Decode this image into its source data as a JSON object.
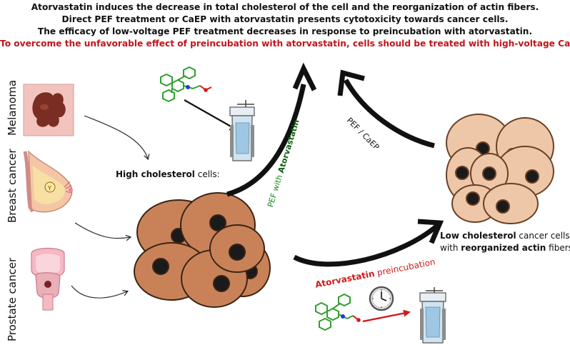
{
  "header": {
    "line1": "Atorvastatin induces the decrease in total cholesterol of the cell and the reorganization of actin fibers.",
    "line2": "Direct PEF treatment or CaEP with atorvastatin presents cytotoxicity towards cancer cells.",
    "line3": "The efficacy of low-voltage PEF treatment decreases in response to preincubation with atorvastatin.",
    "line4": "To overcome the unfavorable effect of preincubation with atorvastatin, cells should be treated with high-voltage CaEP."
  },
  "sources": {
    "melanoma": "Melanoma",
    "breast": "Breast cancer",
    "prostate": "Prostate cancer"
  },
  "high_chol": {
    "bold": "High cholesterol",
    "rest": " cells:"
  },
  "low_chol": {
    "bold1": "Low cholesterol",
    "rest1": " cancer cells",
    "pre2": "with ",
    "bold2": "reorganized actin",
    "rest2": " fibers"
  },
  "pef_atorva": {
    "pre": "PEF with ",
    "bold": "Atorvastatin"
  },
  "pef_caep": "PEF / CaEP",
  "preincubation": {
    "bold": "Atorvastatin",
    "rest": " preincubation"
  },
  "colors": {
    "red_text": "#c0161c",
    "green_text": "#1f8a1f",
    "dark_green": "#0f5e0f",
    "cell_brown": "#c98258",
    "cell_light": "#eec7a8",
    "nucleus": "#1a1a1a"
  }
}
